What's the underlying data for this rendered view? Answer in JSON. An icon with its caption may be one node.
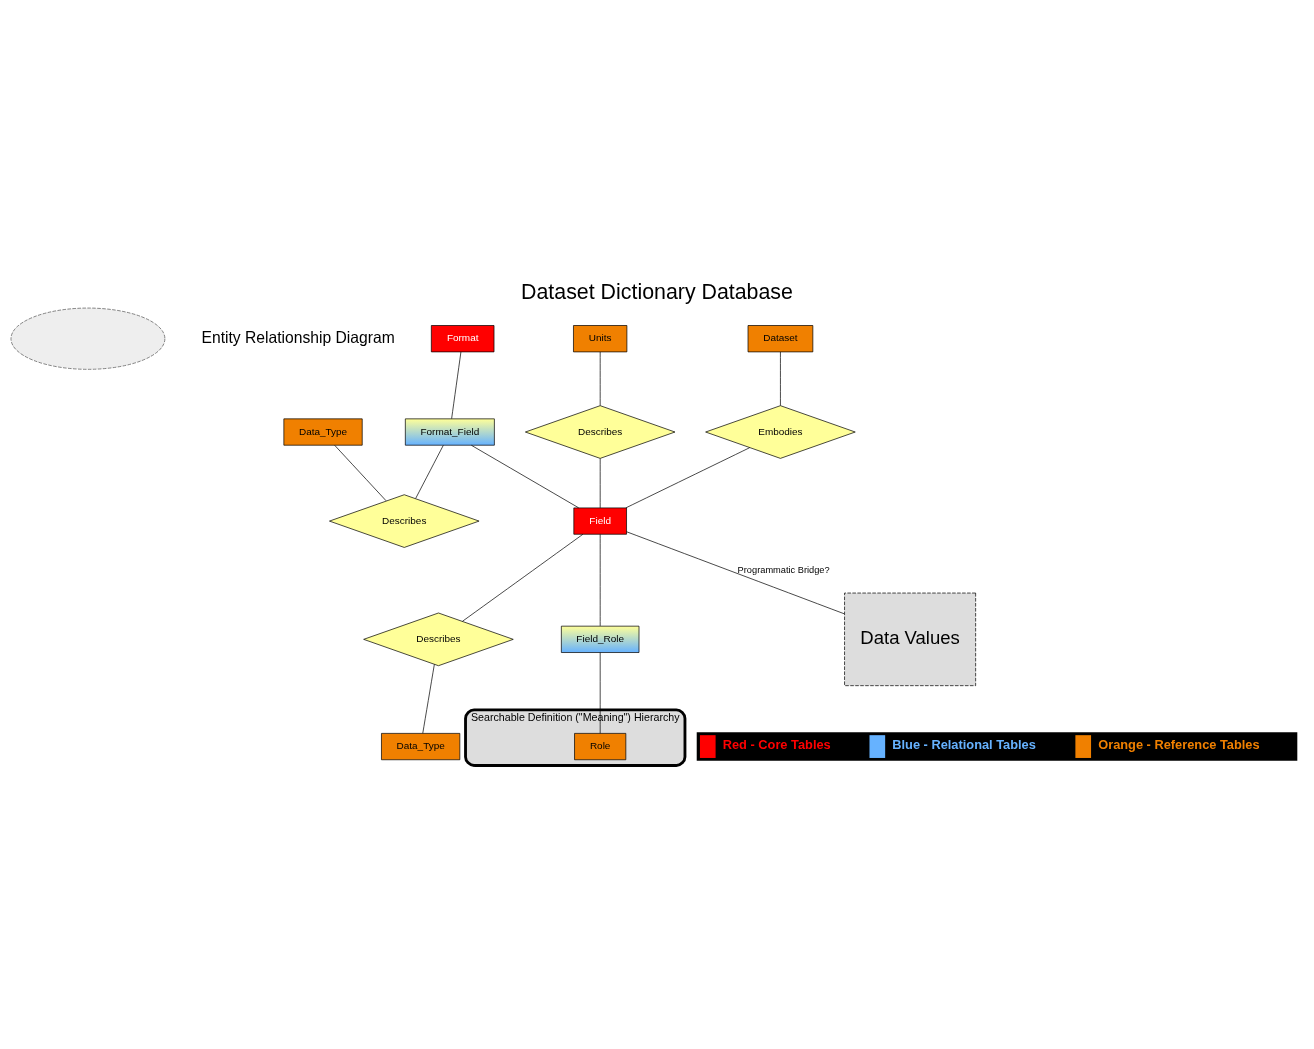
{
  "diagram": {
    "title": "Dataset Dictionary Database",
    "nodes": [
      {
        "text": [],
        "shape": "ellipse"
      },
      {
        "text": [
          "Format"
        ]
      },
      {
        "text": [
          "Data_Type"
        ]
      },
      {
        "text": [
          "Dataset"
        ]
      },
      {
        "text": [
          "Format_Field"
        ]
      },
      {
        "text": [
          "Describes"
        ]
      },
      {
        "text": [
          "Embodies"
        ]
      },
      {
        "text": [
          "Units"
        ]
      },
      {
        "text": [
          "Describes"
        ]
      },
      {
        "text": [
          "Field"
        ]
      },
      {
        "text": [
          "Describes"
        ]
      },
      {
        "text": [
          "Data_Type"
        ]
      },
      {
        "text": [
          "Searchable Definition (\"Meaning\") Hierarchy"
        ]
      },
      {
        "text": [
          "Field_Role"
        ]
      },
      {
        "text": [
          "Role"
        ],
        "in": 12
      },
      {
        "text": [
          "Data Values"
        ]
      }
    ],
    "edges": [
      {
        "from": 1,
        "to": 4,
        "arrow": "none"
      },
      {
        "from": 2,
        "to": 5,
        "arrow": "none"
      },
      {
        "from": 4,
        "to": 5,
        "arrow": "none"
      },
      {
        "from": 4,
        "to": 9,
        "arrow": "none"
      },
      {
        "from": 3,
        "to": 6,
        "arrow": "none"
      },
      {
        "from": 6,
        "to": 9,
        "arrow": "none"
      },
      {
        "from": 7,
        "to": 8,
        "arrow": "none"
      },
      {
        "from": 8,
        "to": 9,
        "arrow": "none"
      },
      {
        "from": 9,
        "to": 10,
        "arrow": "none"
      },
      {
        "from": 10,
        "to": 11,
        "arrow": "none"
      },
      {
        "from": 9,
        "to": 13,
        "arrow": "none"
      },
      {
        "from": 13,
        "to": 14,
        "arrow": "none"
      },
      {
        "from": 9,
        "to": 15,
        "arrow": "none",
        "label": "Programmatic Bridge?"
      }
    ],
    "labels": [
      "Entity Relationship Diagram"
    ],
    "legend": [
      {
        "text": "Red - Core Tables",
        "color": "#ff0000"
      },
      {
        "text": "Blue - Relational Tables",
        "color": "#66b2ff"
      },
      {
        "text": "Orange - Reference Tables",
        "color": "#f08000"
      }
    ]
  }
}
